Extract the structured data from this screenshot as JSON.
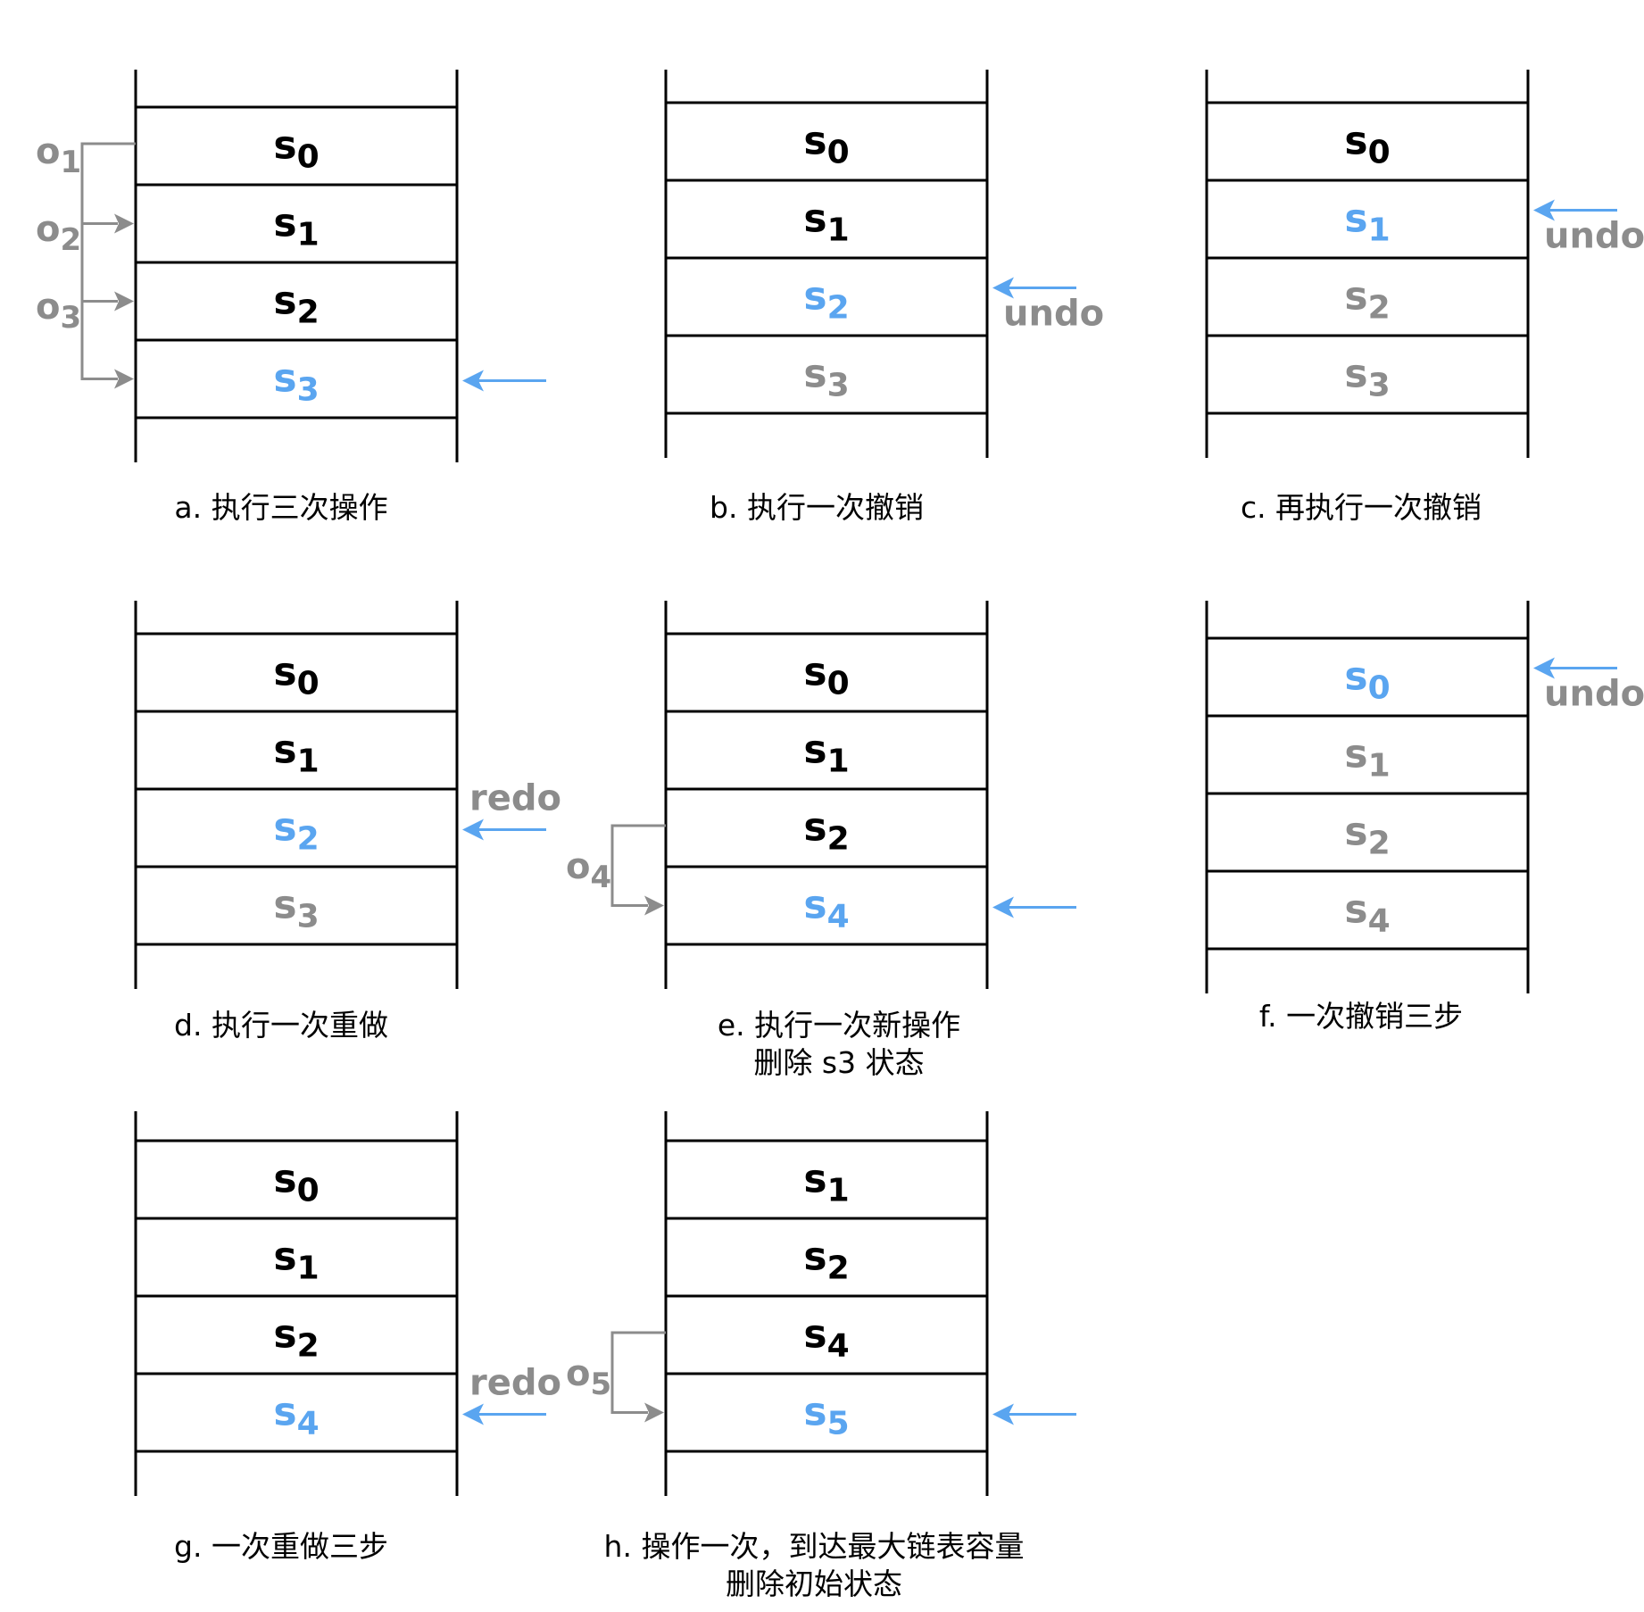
{
  "colors": {
    "black": "#000000",
    "gray": "#8c8c8c",
    "blue": "#5aa5f0"
  },
  "panels": [
    {
      "id": "a",
      "caption": [
        "a. 执行三次操作"
      ],
      "cells": [
        {
          "base": "s",
          "sub": "0",
          "color": "black"
        },
        {
          "base": "s",
          "sub": "1",
          "color": "black"
        },
        {
          "base": "s",
          "sub": "2",
          "color": "black"
        },
        {
          "base": "s",
          "sub": "3",
          "color": "blue"
        }
      ],
      "pointer": {
        "cell": 3,
        "label": ""
      },
      "ops": [
        {
          "base": "o",
          "sub": "1",
          "from": 0,
          "to": 1
        },
        {
          "base": "o",
          "sub": "2",
          "from": 0,
          "to": 2
        },
        {
          "base": "o",
          "sub": "3",
          "from": 0,
          "to": 3
        }
      ]
    },
    {
      "id": "b",
      "caption": [
        "b. 执行一次撤销"
      ],
      "cells": [
        {
          "base": "s",
          "sub": "0",
          "color": "black"
        },
        {
          "base": "s",
          "sub": "1",
          "color": "black"
        },
        {
          "base": "s",
          "sub": "2",
          "color": "blue"
        },
        {
          "base": "s",
          "sub": "3",
          "color": "gray"
        }
      ],
      "pointer": {
        "cell": 2,
        "label": "undo"
      },
      "ops": []
    },
    {
      "id": "c",
      "caption": [
        "c. 再执行一次撤销"
      ],
      "cells": [
        {
          "base": "s",
          "sub": "0",
          "color": "black"
        },
        {
          "base": "s",
          "sub": "1",
          "color": "blue"
        },
        {
          "base": "s",
          "sub": "2",
          "color": "gray"
        },
        {
          "base": "s",
          "sub": "3",
          "color": "gray"
        }
      ],
      "pointer": {
        "cell": 1,
        "label": "undo"
      },
      "ops": []
    },
    {
      "id": "d",
      "caption": [
        "d. 执行一次重做"
      ],
      "cells": [
        {
          "base": "s",
          "sub": "0",
          "color": "black"
        },
        {
          "base": "s",
          "sub": "1",
          "color": "black"
        },
        {
          "base": "s",
          "sub": "2",
          "color": "blue"
        },
        {
          "base": "s",
          "sub": "3",
          "color": "gray"
        }
      ],
      "pointer": {
        "cell": 2,
        "label": "redo"
      },
      "ops": []
    },
    {
      "id": "e",
      "caption": [
        "e. 执行一次新操作",
        "删除 s3 状态"
      ],
      "cells": [
        {
          "base": "s",
          "sub": "0",
          "color": "black"
        },
        {
          "base": "s",
          "sub": "1",
          "color": "black"
        },
        {
          "base": "s",
          "sub": "2",
          "color": "black"
        },
        {
          "base": "s",
          "sub": "4",
          "color": "blue"
        }
      ],
      "pointer": {
        "cell": 3,
        "label": ""
      },
      "ops": [
        {
          "base": "o",
          "sub": "4",
          "from": 2,
          "to": 3
        }
      ]
    },
    {
      "id": "f",
      "caption": [
        "f. 一次撤销三步"
      ],
      "cells": [
        {
          "base": "s",
          "sub": "0",
          "color": "blue"
        },
        {
          "base": "s",
          "sub": "1",
          "color": "gray"
        },
        {
          "base": "s",
          "sub": "2",
          "color": "gray"
        },
        {
          "base": "s",
          "sub": "4",
          "color": "gray"
        }
      ],
      "pointer": {
        "cell": 0,
        "label": "undo"
      },
      "ops": []
    },
    {
      "id": "g",
      "caption": [
        "g. 一次重做三步"
      ],
      "cells": [
        {
          "base": "s",
          "sub": "0",
          "color": "black"
        },
        {
          "base": "s",
          "sub": "1",
          "color": "black"
        },
        {
          "base": "s",
          "sub": "2",
          "color": "black"
        },
        {
          "base": "s",
          "sub": "4",
          "color": "blue"
        }
      ],
      "pointer": {
        "cell": 3,
        "label": "redo"
      },
      "ops": []
    },
    {
      "id": "h",
      "caption": [
        "h. 操作一次，到达最大链表容量",
        "删除初始状态"
      ],
      "cells": [
        {
          "base": "s",
          "sub": "1",
          "color": "black"
        },
        {
          "base": "s",
          "sub": "2",
          "color": "black"
        },
        {
          "base": "s",
          "sub": "4",
          "color": "black"
        },
        {
          "base": "s",
          "sub": "5",
          "color": "blue"
        }
      ],
      "pointer": {
        "cell": 3,
        "label": ""
      },
      "ops": [
        {
          "base": "o",
          "sub": "5",
          "from": 2,
          "to": 3
        }
      ]
    }
  ]
}
